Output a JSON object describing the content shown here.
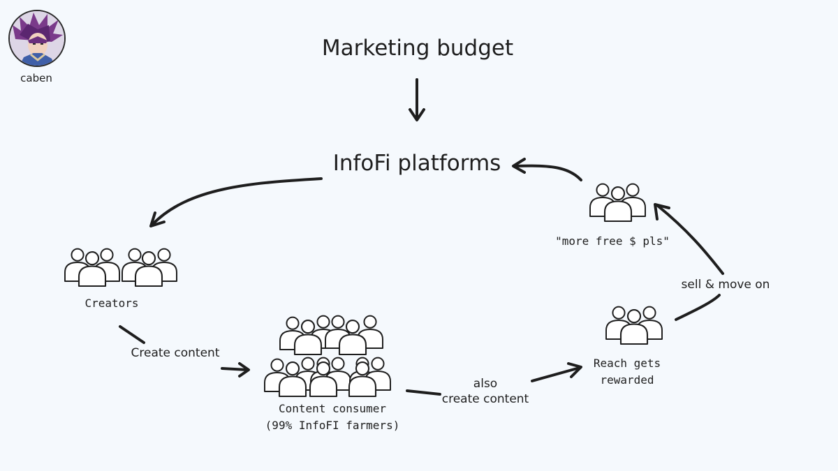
{
  "author": {
    "name": "caben",
    "avatar_icon": "anime-character-avatar-icon"
  },
  "nodes": {
    "marketing_budget": "Marketing budget",
    "infofi_platforms": "InfoFi platforms",
    "creators": "Creators",
    "content_consumer_line1": "Content consumer",
    "content_consumer_line2": "(99% InfoFI farmers)",
    "reach_line1": "Reach gets",
    "reach_line2": "rewarded",
    "more_free": "\"more free $ pls\""
  },
  "edges": {
    "create_content": "Create content",
    "also_line1": "also",
    "also_line2": "create content",
    "sell_move_on": "sell & move on"
  },
  "colors": {
    "background": "#f5f9fd",
    "ink": "#1e1e1e"
  }
}
